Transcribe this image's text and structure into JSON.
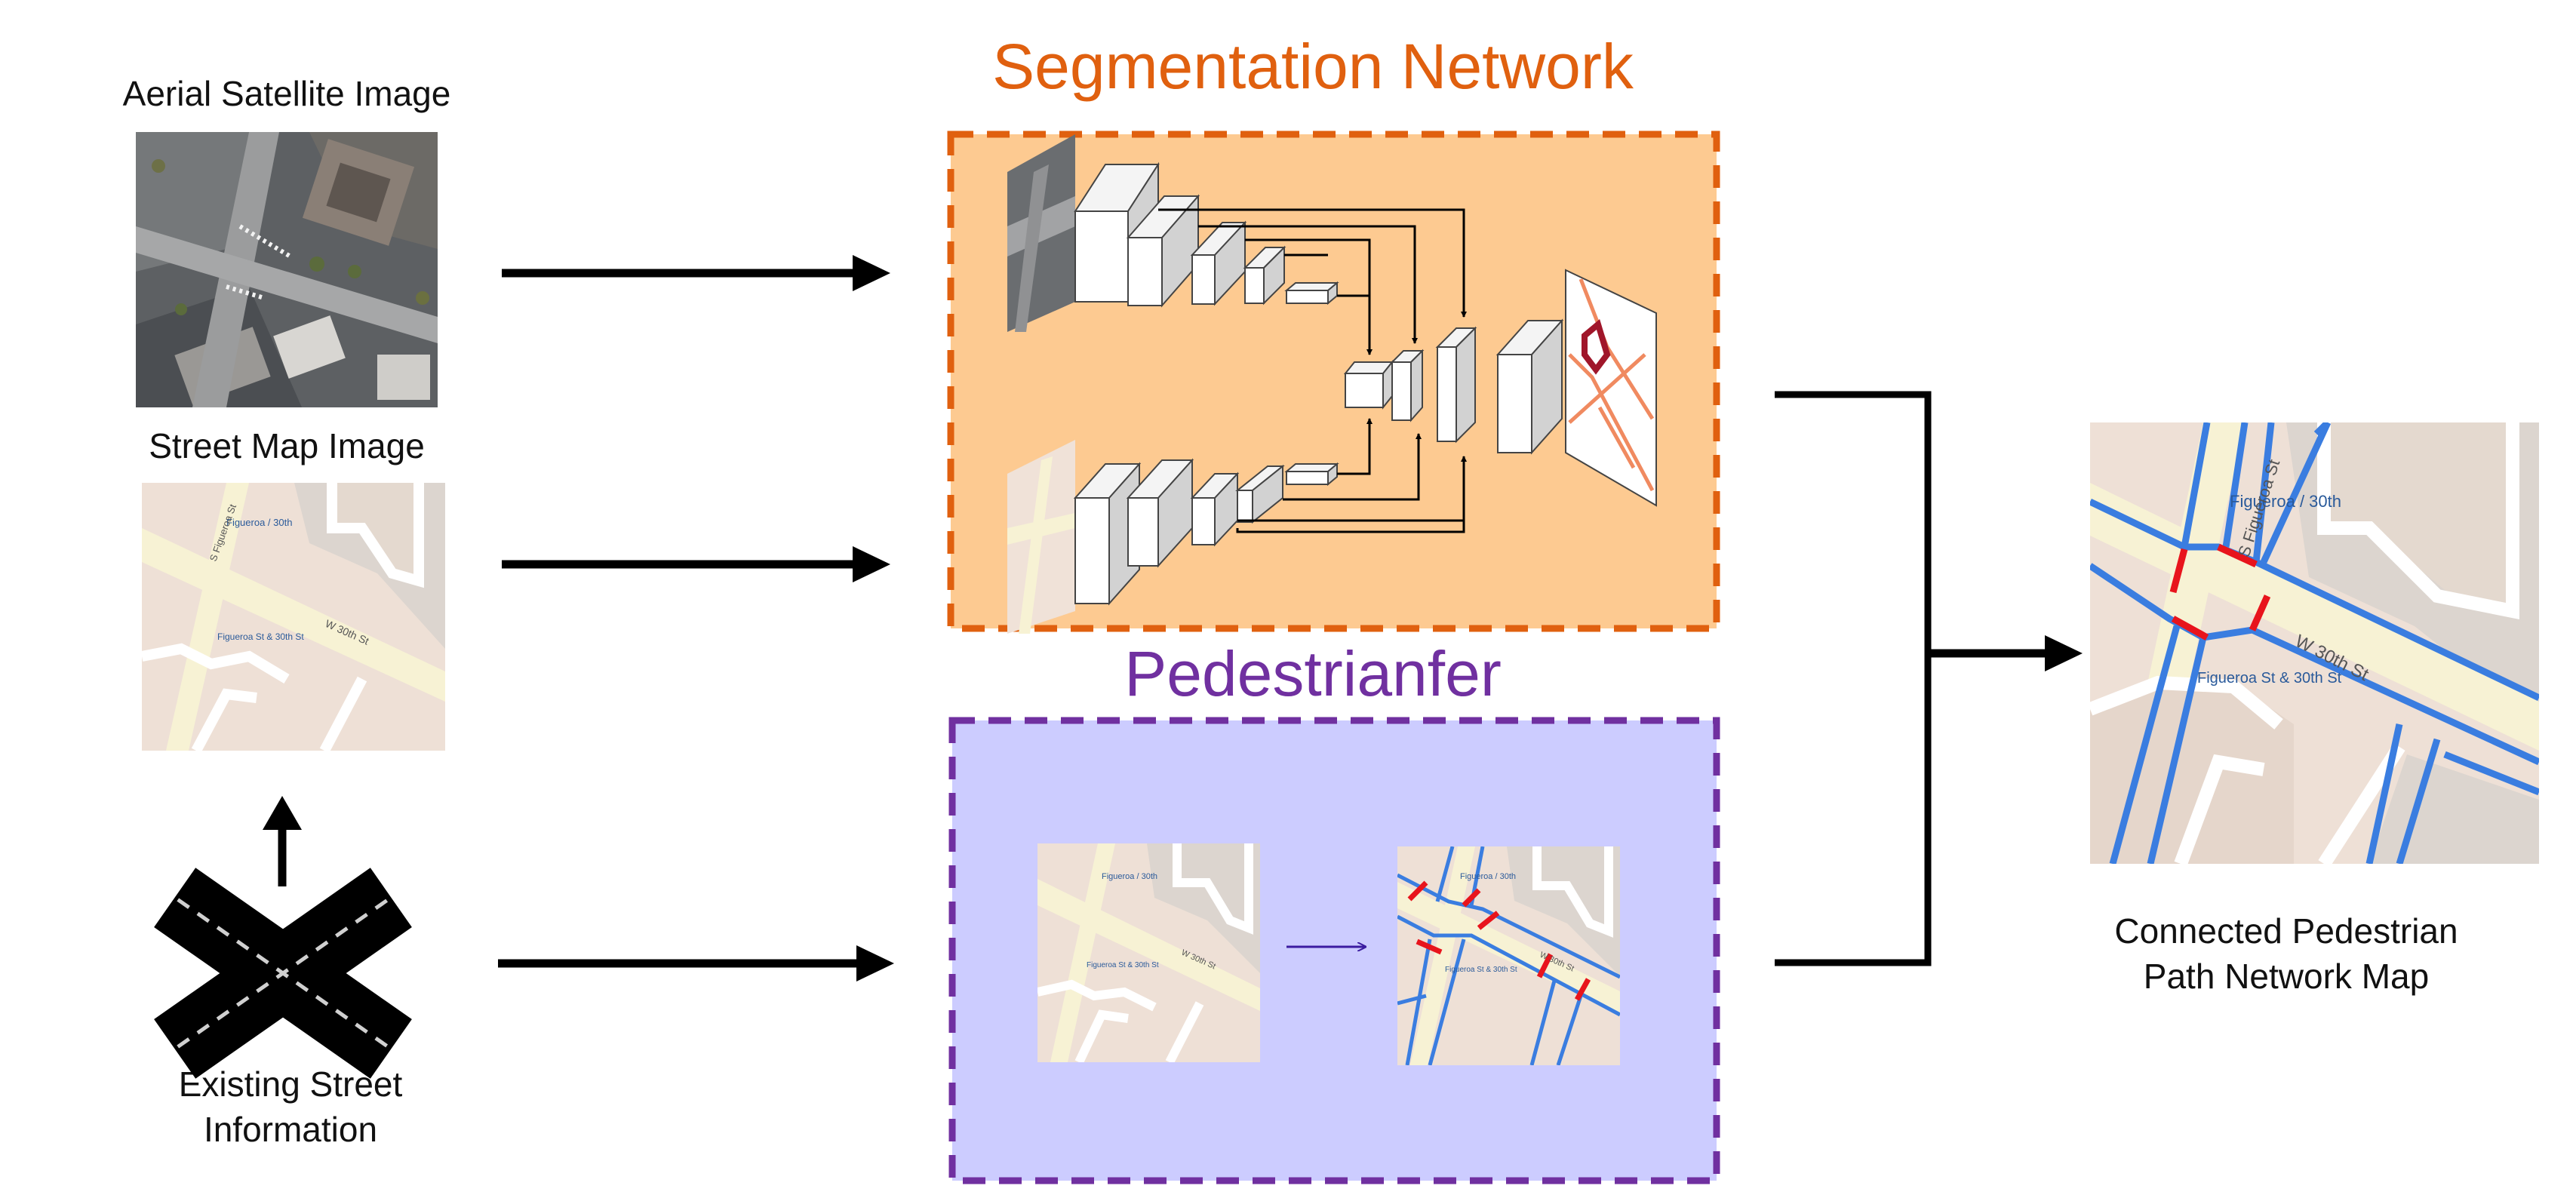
{
  "inputs": {
    "aerial_label": "Aerial Satellite Image",
    "street_map_label": "Street Map Image",
    "existing_label_line1": "Existing Street",
    "existing_label_line2": "Information"
  },
  "segmentation": {
    "title": "Segmentation Network",
    "color": "#e0600f",
    "fill": "#fdca91"
  },
  "pedestrianfer": {
    "title": "Pedestrianfer",
    "color": "#7030a0",
    "fill": "#ccccff"
  },
  "output": {
    "label_line1": "Connected Pedestrian",
    "label_line2": "Path Network Map"
  },
  "map_text": {
    "figueroa_30th": "Figueroa / 30th",
    "s_figueroa": "S Figueroa St",
    "w_30th": "W 30th St",
    "figueroa_st_30th": "Figueroa St & 30th St"
  },
  "colors": {
    "map_bg": "#eee0d6",
    "map_block": "#dcd5cf",
    "road_main": "#f7f2d4",
    "path_blue": "#3a7de0",
    "crossing_red": "#e8141c"
  }
}
